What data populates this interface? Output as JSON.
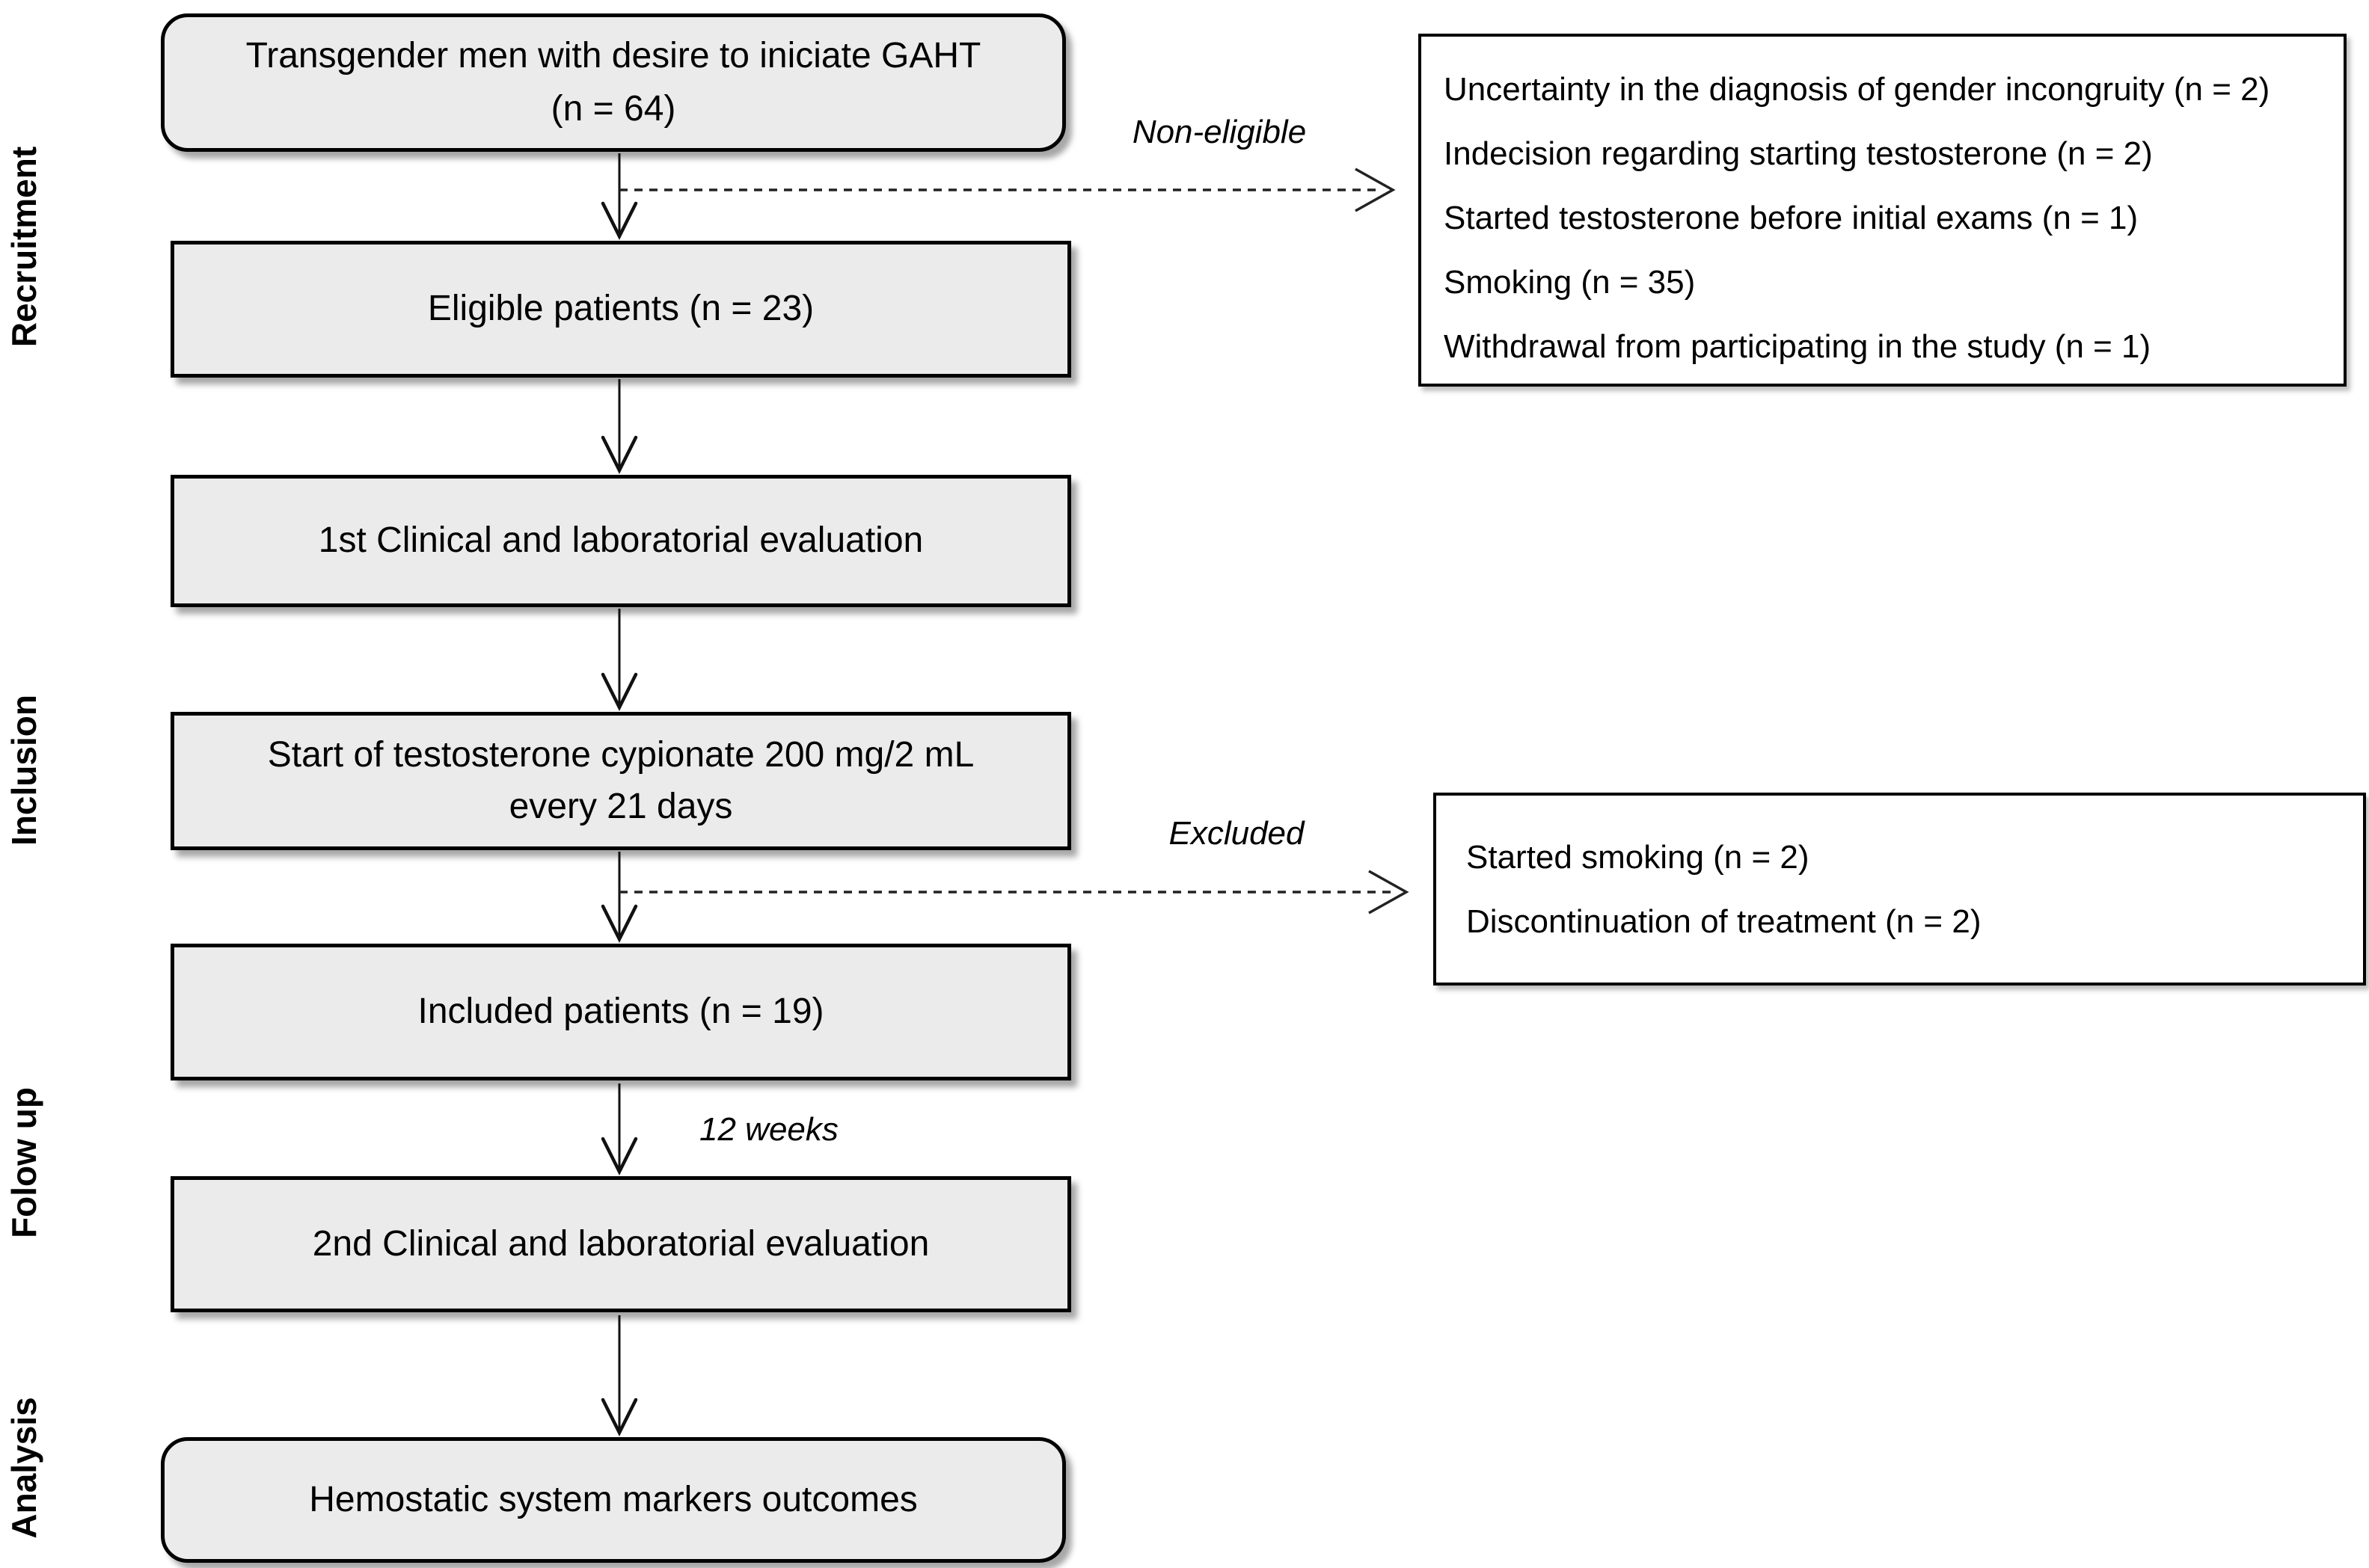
{
  "stages": {
    "recruitment": "Recruitment",
    "inclusion": "Inclusion",
    "follow_up": "Folow up",
    "analysis": "Analysis"
  },
  "flow_boxes": {
    "initial_cohort": {
      "line1": "Transgender men with desire to iniciate GAHT",
      "line2": "(n = 64)"
    },
    "eligible": "Eligible patients (n = 23)",
    "first_evaluation": "1st Clinical and laboratorial evaluation",
    "testosterone_start": {
      "line1": "Start of testosterone cypionate 200 mg/2 mL",
      "line2": "every 21 days"
    },
    "included": "Included patients (n = 19)",
    "second_evaluation": "2nd Clinical and laboratorial evaluation",
    "outcomes": "Hemostatic system markers outcomes"
  },
  "side_boxes": {
    "non_eligible": {
      "label": "Non-eligible",
      "reasons": [
        "Uncertainty in the diagnosis of gender incongruity  (n = 2)",
        "Indecision regarding starting testosterone (n = 2)",
        "Started testosterone before initial  exams  (n = 1)",
        "Smoking  (n = 35)",
        "Withdrawal from participating in the study (n = 1)"
      ]
    },
    "excluded": {
      "label": "Excluded",
      "reasons": [
        "Started smoking  (n = 2)",
        "Discontinuation of treatment (n = 2)"
      ]
    }
  },
  "annotations": {
    "interval": "12 weeks"
  },
  "colors": {
    "box_fill": "#ebebeb",
    "box_border": "#000000",
    "side_box_fill": "#ffffff",
    "arrow": "#111111",
    "background": "#ffffff"
  }
}
